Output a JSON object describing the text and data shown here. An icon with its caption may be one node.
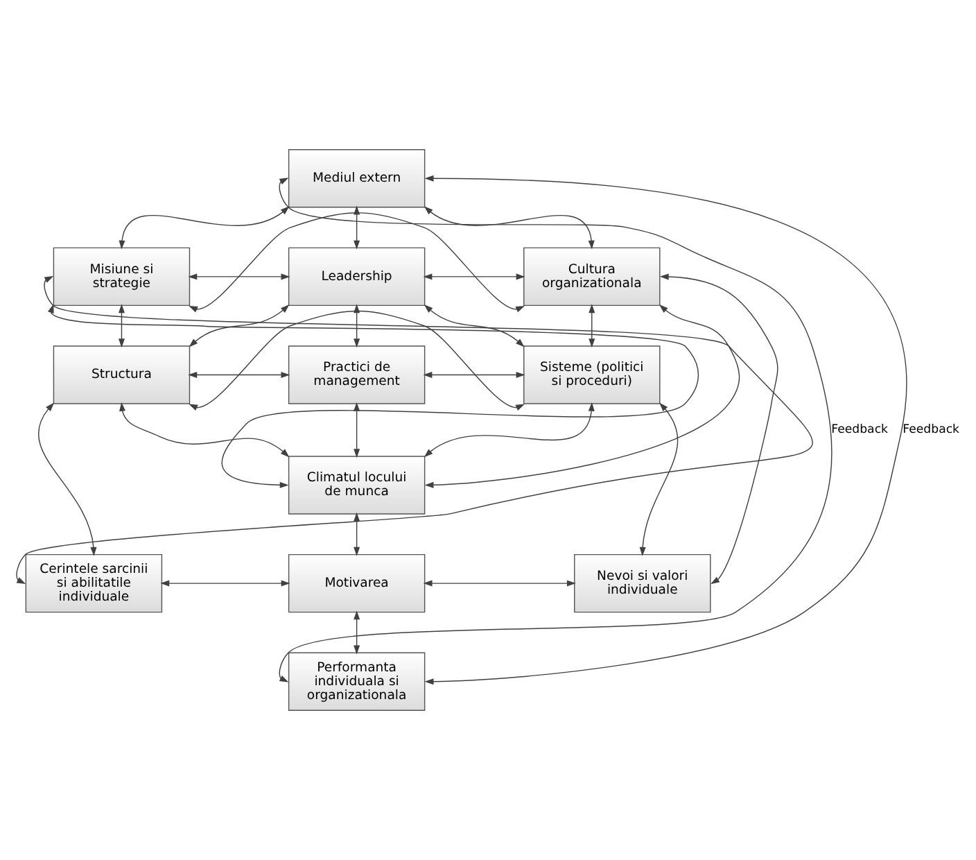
{
  "diagram": {
    "nodes": [
      {
        "text": [
          "Mediul extern"
        ]
      },
      {
        "text": [
          "Misiune si strategie"
        ]
      },
      {
        "text": [
          "Leadership"
        ]
      },
      {
        "text": [
          "Cultura organizationala"
        ]
      },
      {
        "text": [
          "Structura"
        ]
      },
      {
        "text": [
          "Practici de management"
        ]
      },
      {
        "text": [
          "Sisteme (politici si proceduri)"
        ]
      },
      {
        "text": [
          "Climatul locului de munca"
        ]
      },
      {
        "text": [
          "Cerintele sarcinii si abilitatile individuale"
        ]
      },
      {
        "text": [
          "Motivarea"
        ]
      },
      {
        "text": [
          "Nevoi si valori individuale"
        ]
      },
      {
        "text": [
          "Performanta individuala si organizationala"
        ]
      }
    ],
    "edges": [
      {
        "from": 11,
        "to": 0,
        "arrow": "both",
        "label": "Feedback"
      },
      {
        "from": 11,
        "to": 0,
        "arrow": "both",
        "label": "Feedback"
      },
      {
        "from": 0,
        "to": 1,
        "arrow": "both"
      },
      {
        "from": 0,
        "to": 2,
        "arrow": "both"
      },
      {
        "from": 0,
        "to": 3,
        "arrow": "both"
      },
      {
        "from": 1,
        "to": 2,
        "arrow": "both"
      },
      {
        "from": 2,
        "to": 3,
        "arrow": "both"
      },
      {
        "from": 1,
        "to": 3,
        "arrow": "both"
      },
      {
        "from": 2,
        "to": 4,
        "arrow": "both"
      },
      {
        "from": 2,
        "to": 5,
        "arrow": "both"
      },
      {
        "from": 2,
        "to": 6,
        "arrow": "both"
      },
      {
        "from": 1,
        "to": 4,
        "arrow": "both"
      },
      {
        "from": 3,
        "to": 6,
        "arrow": "both"
      },
      {
        "from": 4,
        "to": 5,
        "arrow": "both"
      },
      {
        "from": 5,
        "to": 6,
        "arrow": "both"
      },
      {
        "from": 4,
        "to": 6,
        "arrow": "both"
      },
      {
        "from": 5,
        "to": 7,
        "arrow": "both"
      },
      {
        "from": 4,
        "to": 7,
        "arrow": "both"
      },
      {
        "from": 6,
        "to": 7,
        "arrow": "both"
      },
      {
        "from": 1,
        "to": 7,
        "arrow": "both"
      },
      {
        "from": 3,
        "to": 7,
        "arrow": "both"
      },
      {
        "from": 1,
        "to": 8,
        "arrow": "both"
      },
      {
        "from": 3,
        "to": 10,
        "arrow": "both"
      },
      {
        "from": 4,
        "to": 8,
        "arrow": "both"
      },
      {
        "from": 6,
        "to": 10,
        "arrow": "both"
      },
      {
        "from": 8,
        "to": 9,
        "arrow": "both"
      },
      {
        "from": 9,
        "to": 10,
        "arrow": "both"
      },
      {
        "from": 7,
        "to": 9,
        "arrow": "both"
      },
      {
        "from": 9,
        "to": 11,
        "arrow": "both"
      }
    ]
  }
}
